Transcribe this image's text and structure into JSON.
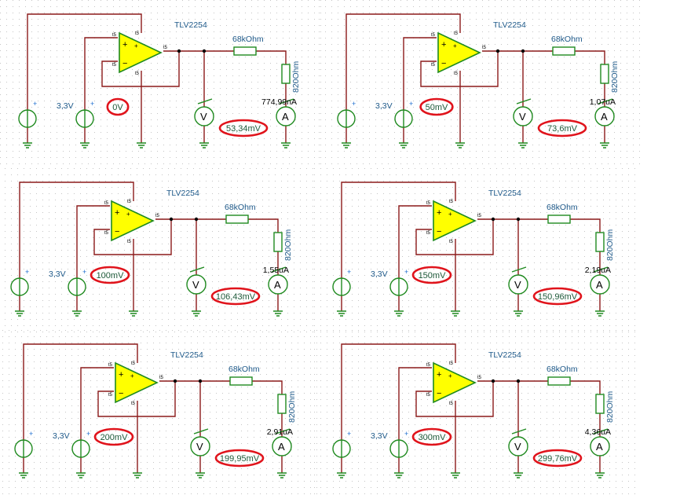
{
  "labels": {
    "chip": "TLV2254",
    "resistor_series": "68kOhm",
    "resistor_load": "820Ohm",
    "supply": "3,3V",
    "voltmeter_symbol": "V",
    "ammeter_symbol": "A",
    "pin": "t5"
  },
  "panels": [
    {
      "input": "0V",
      "voltage": "53,34mV",
      "current": "774,99nA"
    },
    {
      "input": "50mV",
      "voltage": "73,6mV",
      "current": "1,07uA"
    },
    {
      "input": "100mV",
      "voltage": "106,43mV",
      "current": "1,55uA"
    },
    {
      "input": "150mV",
      "voltage": "150,96mV",
      "current": "2,19uA"
    },
    {
      "input": "200mV",
      "voltage": "199,95mV",
      "current": "2,91uA"
    },
    {
      "input": "300mV",
      "voltage": "299,76mV",
      "current": "4,36uA"
    }
  ],
  "colors": {
    "wire": "#8b1a1a",
    "component": "#1f8a1f",
    "opamp_fill": "#ffff00",
    "highlight_ring": "#e0131b",
    "label_text": "#1f5a8a"
  }
}
